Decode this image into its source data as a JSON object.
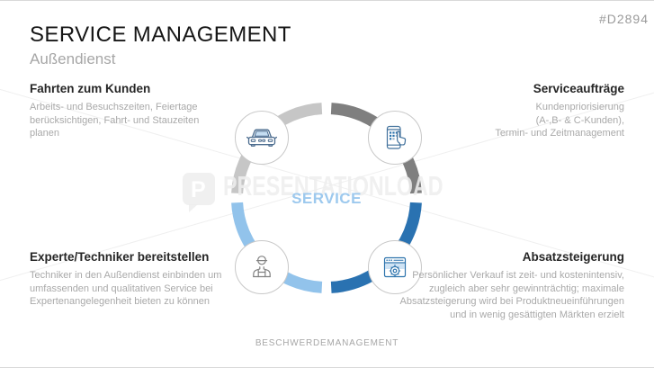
{
  "slide": {
    "code": "#D2894",
    "title": "SERVICE MANAGEMENT",
    "subtitle": "Außendienst",
    "footer": "BESCHWERDEMANAGEMENT",
    "watermark": "PRESENTATIONLOAD"
  },
  "sections": [
    {
      "position": "top-left",
      "heading": "Fahrten zum Kunden",
      "body": "Arbeits- und Besuchszeiten, Feiertage\nberücksichtigen, Fahrt- und Stauzeiten\nplanen"
    },
    {
      "position": "top-right",
      "heading": "Serviceaufträge",
      "body": "Kundenpriorisierung\n(A-,B- & C-Kunden),\nTermin- und Zeitmanagement"
    },
    {
      "position": "bottom-left",
      "heading": "Experte/Techniker bereitstellen",
      "body": "Techniker in den Außendienst einbinden um\numfassenden und qualitativen Service bei\nExpertenangelegenheit bieten zu können"
    },
    {
      "position": "bottom-right",
      "heading": "Absatzsteigerung",
      "body": "Persönlicher Verkauf ist zeit- und kostenintensiv,\nzugleich aber sehr gewinnträchtig; maximale\nAbsatzsteigerung wird bei Produktneueinführungen\nund in wenig gesättigten Märkten erzielt"
    }
  ],
  "diagram": {
    "center_label": "SERVICE",
    "ring_colors": {
      "top_left": "#c6c6c6",
      "top_right": "#7f7f7f",
      "bottom_right": "#2a72b1",
      "bottom_left": "#92c3eb"
    },
    "accent_light_blue": "#9dc9ee",
    "nodes": [
      {
        "icon": "car-icon",
        "linked_section": "Fahrten zum Kunden"
      },
      {
        "icon": "tablet-touch-icon",
        "linked_section": "Serviceaufträge"
      },
      {
        "icon": "technician-icon",
        "linked_section": "Experte/Techniker bereitstellen"
      },
      {
        "icon": "browser-gear-icon",
        "linked_section": "Absatzsteigerung"
      }
    ]
  }
}
